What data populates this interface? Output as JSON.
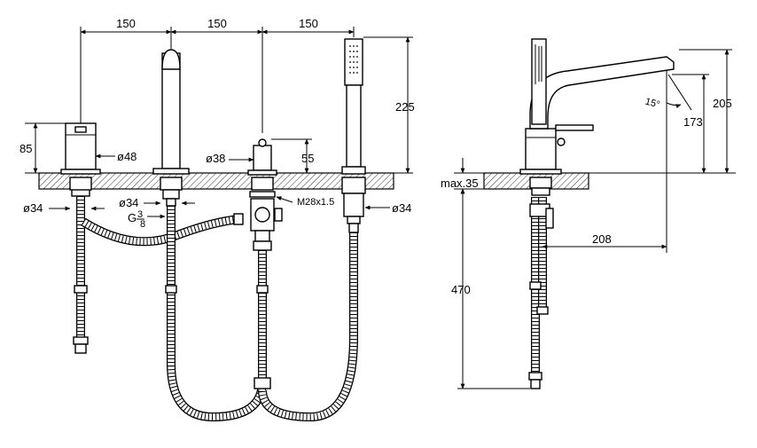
{
  "dimensions": {
    "spacing_1": "150",
    "spacing_2": "150",
    "spacing_3": "150",
    "height_handshower": "225",
    "height_handle": "85",
    "dia_handle_base": "ø48",
    "dia_diverter": "ø38",
    "height_diverter": "55",
    "dia_hose_left": "ø34",
    "dia_hose_mid": "ø34",
    "thread_g": "G",
    "thread_fraction_num": "3",
    "thread_fraction_den": "8",
    "thread_metric": "M28x1.5",
    "dia_hose_right": "ø34",
    "max_deck": "max.35",
    "angle": "15°",
    "spout_height": "173",
    "total_height": "205",
    "spout_reach": "208",
    "below_deck": "470"
  }
}
